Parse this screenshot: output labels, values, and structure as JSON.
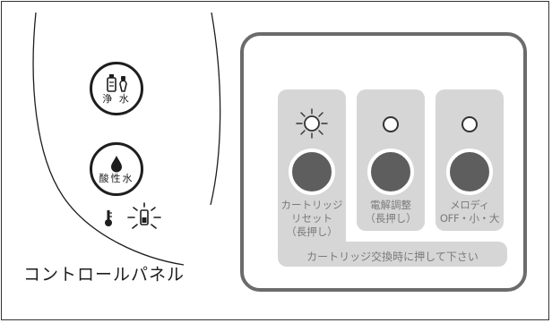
{
  "handset": {
    "purified_label": "浄 水",
    "acidic_label": "酸性水",
    "icons": [
      "bottle-icon",
      "water-drop-icon",
      "thermometer-icon",
      "cartridge-lamp-icon"
    ]
  },
  "title": "コントロールパネル",
  "panel": {
    "buttons": [
      {
        "label_line1": "カートリッジ",
        "label_line2": "リセット",
        "label_line3": "（長押し）",
        "led": "lit"
      },
      {
        "label_line1": "電解調整",
        "label_line2": "（長押し）",
        "led": "off"
      },
      {
        "label_line1": "メロディ",
        "label_line2": "OFF・小・大",
        "led": "off"
      }
    ],
    "note": "カートリッジ交換時に押して下さい"
  },
  "colors": {
    "outline": "#1e1e1e",
    "panel_border": "#6b6b6b",
    "slab": "#d6d6d6",
    "button_fill": "#5e5e5e",
    "label_text": "#7a7a7a"
  }
}
